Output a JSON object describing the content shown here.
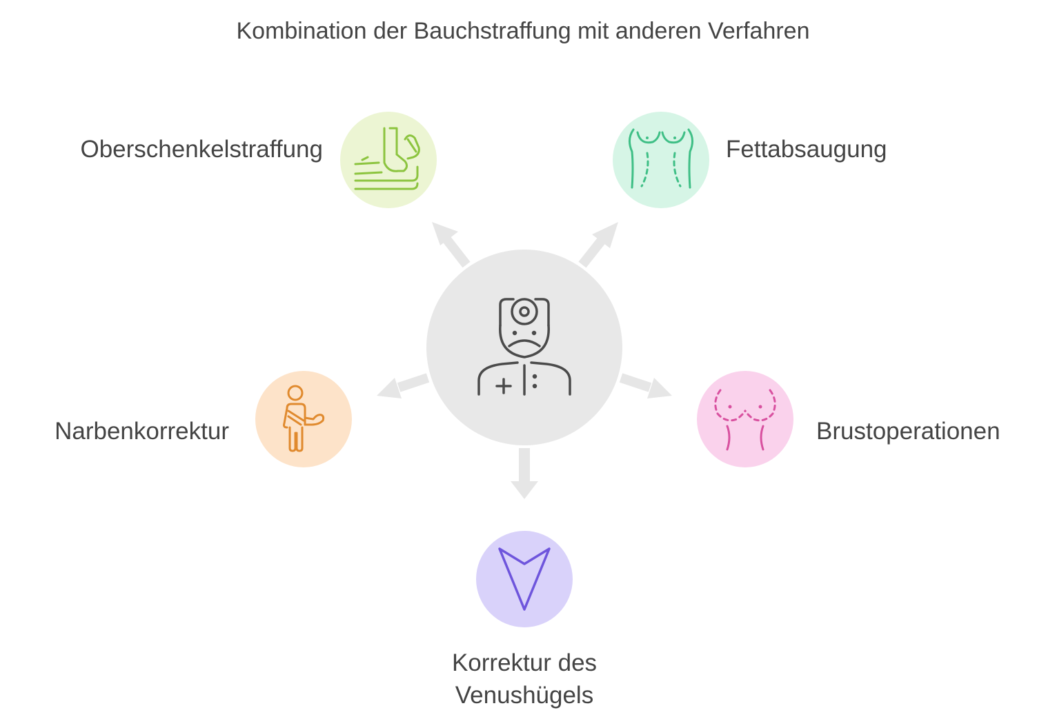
{
  "title": "Kombination der Bauchstraffung mit anderen Verfahren",
  "center": {
    "icon": "surgeon-icon",
    "color": "#e8e8e8",
    "icon_color": "#4a4a4a"
  },
  "nodes": [
    {
      "label": "Oberschenkelstraffung",
      "icon": "thigh-lift-icon",
      "fill": "#ecf5d3",
      "stroke": "#8cc43f"
    },
    {
      "label": "Fettabsaugung",
      "icon": "liposuction-torso-icon",
      "fill": "#d6f5e6",
      "stroke": "#3fbf86"
    },
    {
      "label": "Narbenkorrektur",
      "icon": "injured-person-icon",
      "fill": "#fde3c9",
      "stroke": "#e08a2e"
    },
    {
      "label": "Brustoperationen",
      "icon": "breast-outline-icon",
      "fill": "#fad2ec",
      "stroke": "#d8509f"
    },
    {
      "label": "Korrektur des Venushügels",
      "lines": [
        "Korrektur des",
        "Venushügels"
      ],
      "icon": "triangle-arrowhead-icon",
      "fill": "#d9d2fa",
      "stroke": "#6e55dc"
    }
  ],
  "arrow_color": "#e6e6e6"
}
